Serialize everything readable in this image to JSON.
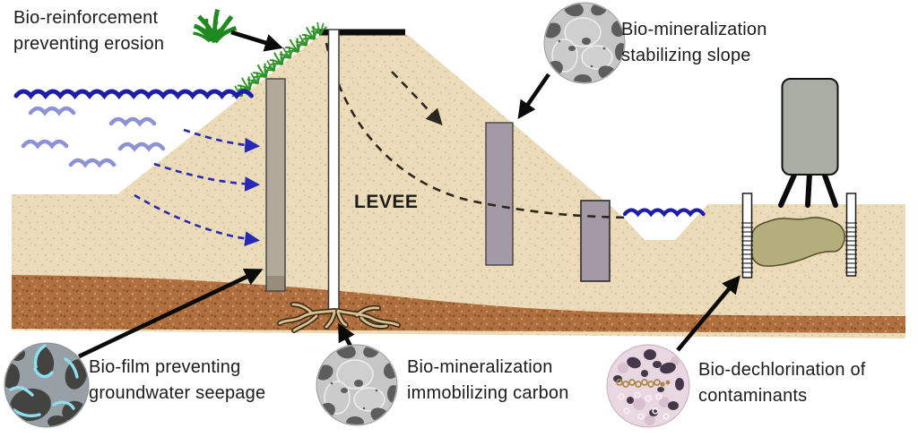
{
  "figure": {
    "type": "diagram",
    "subject": "levee-bio-engineering-cross-section",
    "labels": {
      "bio_reinforcement": "Bio-reinforcement\npreventing erosion",
      "bio_mineralization_slope": "Bio-mineralization\nstabilizing slope",
      "levee": "LEVEE",
      "bio_film": "Bio-film preventing\ngroundwater seepage",
      "bio_mineralization_carbon": "Bio-mineralization\nimmobilizing carbon",
      "bio_dechlorination": "Bio-dechlorination  of\ncontaminants"
    },
    "icons": {
      "grass": "grass-icon",
      "thin_section_slope": "microscopy-thin-section-icon",
      "thin_section_carbon": "microscopy-thin-section-icon",
      "biofilm": "microscopy-biofilm-icon",
      "dechlorination": "microscopy-dechlorination-icon",
      "waves": "wave-icon",
      "tank": "treatment-tank-icon",
      "wells": "injection-well-icon"
    },
    "colors": {
      "sand": "#ebdbb8",
      "soil": "#b06f3e",
      "water_dark": "#1d1daa",
      "water_light": "#8d92d4",
      "seepage_blue": "#2727b8",
      "wall_gray": "#b2a99b",
      "column_mauve": "#a39aa6",
      "tank_gray": "#a9ada3",
      "plume_olive": "#b3ae7b",
      "grass_green": "#2f9427",
      "arrow_black": "#0a0a0a",
      "text_dark": "#1c1c1c",
      "msec_bg": "#c6c6c6",
      "msec_dark": "#5d5d5d",
      "biofilm_bg": "#97a0a4",
      "biofilm_grain": "#43443f",
      "biofilm_cyan": "#8edff2",
      "dechlor_bg": "#e9d8e1",
      "dechlor_dark": "#44384a",
      "dechlor_amber": "#ad8749"
    }
  }
}
